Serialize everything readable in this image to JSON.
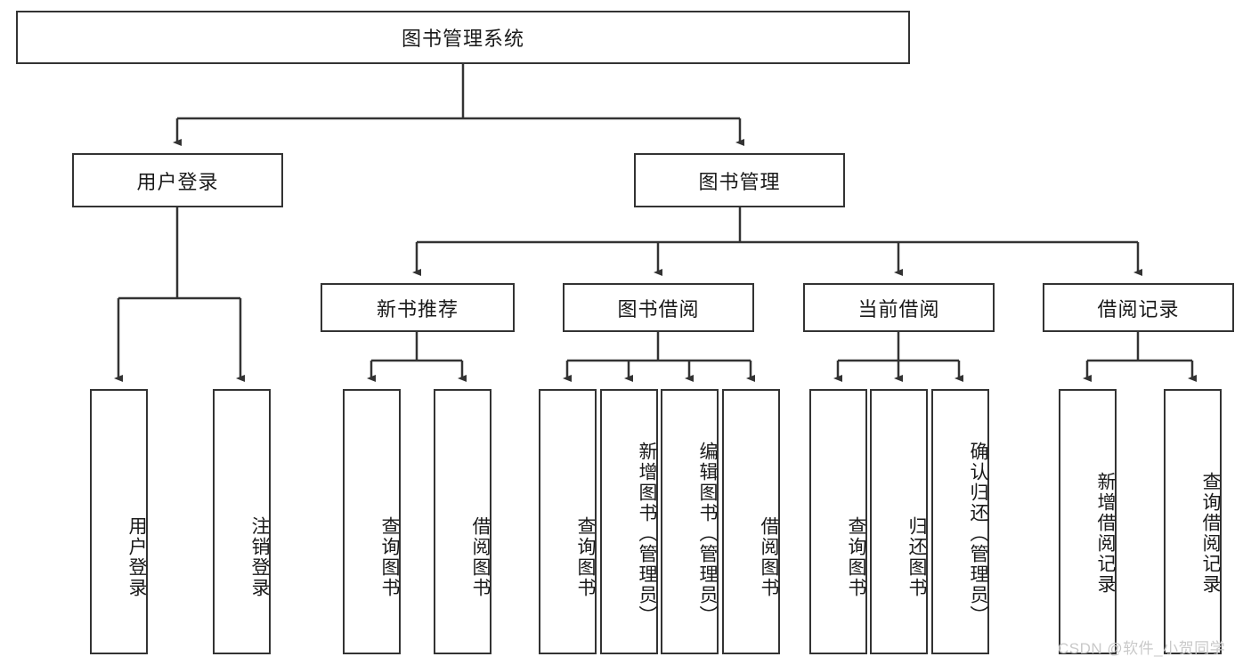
{
  "diagram": {
    "title": "图书管理系统",
    "type": "tree-hierarchy-diagram",
    "root": {
      "label": "图书管理系统"
    },
    "level2": [
      {
        "label": "用户登录"
      },
      {
        "label": "图书管理"
      }
    ],
    "level3": [
      {
        "label": "新书推荐"
      },
      {
        "label": "图书借阅"
      },
      {
        "label": "当前借阅"
      },
      {
        "label": "借阅记录"
      }
    ],
    "leaves": {
      "user_login": [
        {
          "label": "用户登录"
        },
        {
          "label": "注销登录"
        }
      ],
      "new_book_recommend": [
        {
          "label": "查询图书"
        },
        {
          "label": "借阅图书"
        }
      ],
      "book_borrow": [
        {
          "label": "查询图书"
        },
        {
          "label": "新增图书（管理员）"
        },
        {
          "label": "编辑图书（管理员）"
        },
        {
          "label": "借阅图书"
        }
      ],
      "current_borrow": [
        {
          "label": "查询图书"
        },
        {
          "label": "归还图书"
        },
        {
          "label": "确认归还（管理员）"
        }
      ],
      "borrow_record": [
        {
          "label": "新增借阅记录"
        },
        {
          "label": "查询借阅记录"
        }
      ]
    }
  },
  "watermark": {
    "text": "CSDN @软件_小贺同学"
  },
  "colors": {
    "border": "#333333",
    "background": "#ffffff",
    "text": "#1a1a1a",
    "watermark": "#c9c9c9"
  }
}
